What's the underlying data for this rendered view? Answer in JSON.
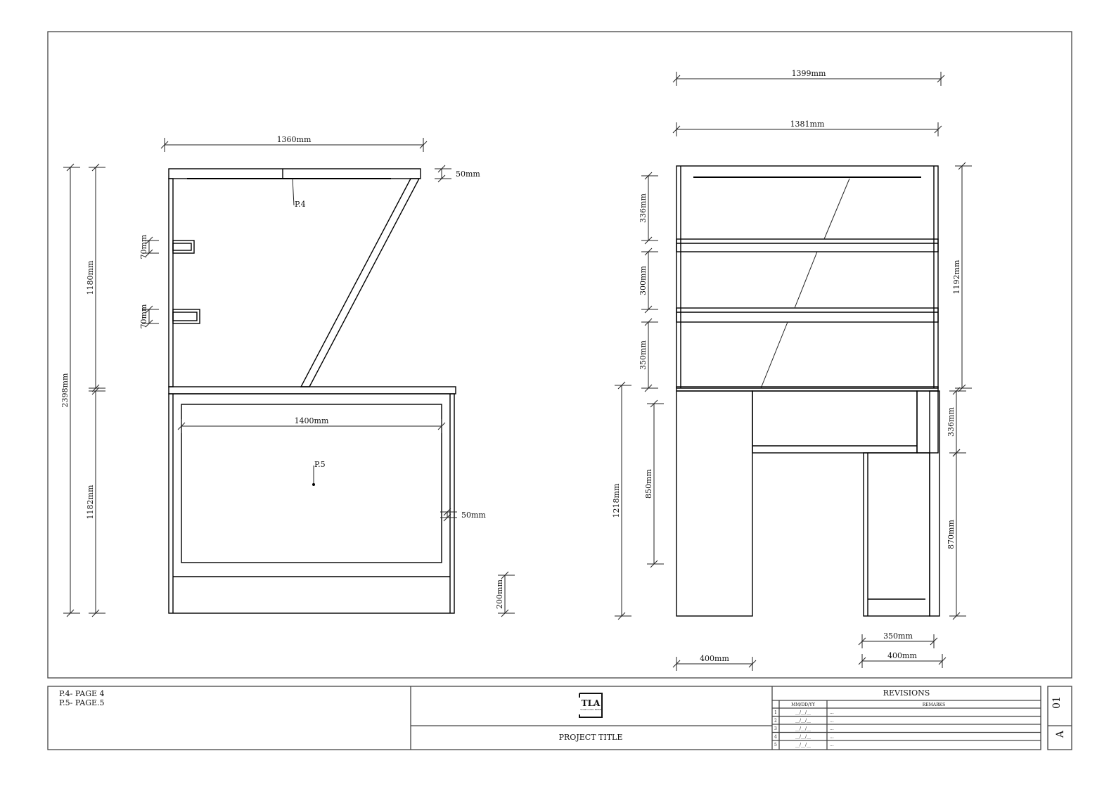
{
  "left_view": {
    "dims": {
      "top_width": "1360mm",
      "top_thickness": "50mm",
      "upper_height": "1180mm",
      "lower_height": "1182mm",
      "total_height": "2398mm",
      "shelf1_gap": "70mm",
      "shelf2_gap": "70mm",
      "panel_width": "1400mm",
      "side_thickness": "50mm",
      "plinth_height": "200mm"
    },
    "refs": {
      "p4": "P.4",
      "p5": "P.5"
    }
  },
  "right_view": {
    "dims": {
      "overall_width": "1399mm",
      "inner_width": "1381mm",
      "shelf_top": "336mm",
      "shelf_mid": "300mm",
      "shelf_low": "350mm",
      "lower_height": "1218mm",
      "pedestal_height": "850mm",
      "upper_height": "1192mm",
      "drawer_height": "336mm",
      "right_ped_height": "870mm",
      "left_ped_width": "400mm",
      "right_ped_inner": "350mm",
      "right_ped_width": "400mm"
    }
  },
  "title_block": {
    "notes": [
      "P.4- PAGE 4",
      "P.5- PAGE.5"
    ],
    "logo": "TLA",
    "logo_sub": "YOUR LOGO HERE",
    "project_title": "PROJECT TITLE",
    "revisions": {
      "title": "REVISIONS",
      "col_date": "MM/DD/YY",
      "col_remarks": "REMARKS",
      "rows": [
        {
          "no": "1",
          "date": "__/__/__",
          "remarks": "..."
        },
        {
          "no": "2",
          "date": "__/__/__",
          "remarks": "..."
        },
        {
          "no": "3",
          "date": "__/__/__",
          "remarks": "..."
        },
        {
          "no": "4",
          "date": "__/__/__",
          "remarks": "..."
        },
        {
          "no": "5",
          "date": "__/__/__",
          "remarks": "..."
        }
      ]
    },
    "sheet_number": "01",
    "revision_letter": "A"
  }
}
